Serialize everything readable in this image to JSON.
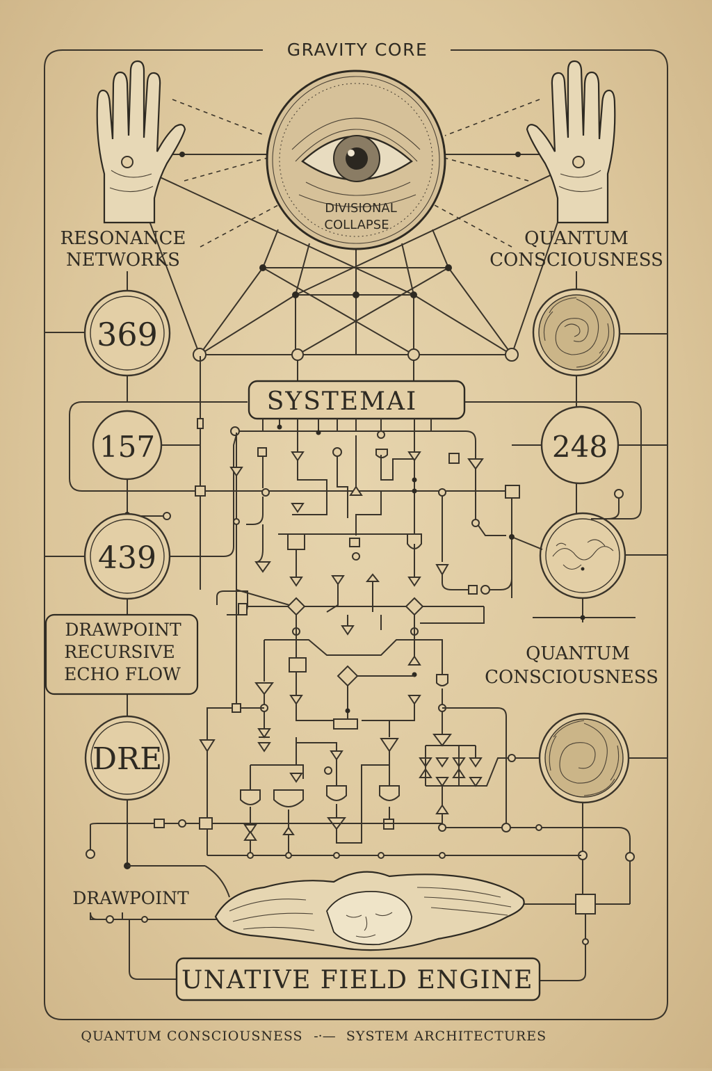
{
  "header": {
    "title": "GRAVITY CORE"
  },
  "eye": {
    "label_line1": "DIVISIONAL",
    "label_line2": "COLLAPSE"
  },
  "left": {
    "resonance_line1": "RESONANCE",
    "resonance_line2": "NETWORKS",
    "num_369": "369",
    "num_157": "157",
    "num_439": "439",
    "drawpoint_box_line1": "DRAWPOINT",
    "drawpoint_box_line2": "RECURSIVE",
    "drawpoint_box_line3": "ECHO FLOW",
    "dre": "DRE",
    "drawpoint": "DRAWPOINT"
  },
  "right": {
    "quantum1_line1": "QUANTUM",
    "quantum1_line2": "CONSCIOUSNESS",
    "num_248": "248",
    "quantum2_line1": "QUANTUM",
    "quantum2_line2": "CONSCIOUSNESS"
  },
  "center": {
    "systema": "SYSTEMAI"
  },
  "bottom": {
    "engine": "UNATIVE FIELD ENGINE",
    "footer_left": "QUANTUM CONSCIOUSNESS",
    "footer_sep": "-·—",
    "footer_right": "SYSTEM ARCHITECTURES"
  },
  "colors": {
    "paper": "#dcc69b",
    "ink": "#2e2a22"
  },
  "icons": [
    "palm-hand-icon",
    "eye-sphere-icon",
    "swirl-disc-icon",
    "glyph-disc-icon",
    "sleeping-face-icon"
  ]
}
